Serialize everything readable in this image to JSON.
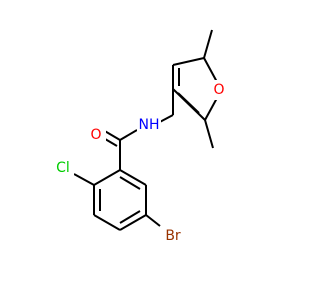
{
  "molecule": {
    "atoms": {
      "oxygen_carbonyl": {
        "label": "O",
        "color": "#ff0000"
      },
      "nitrogen_amide": {
        "label": "NH",
        "color": "#0000ff"
      },
      "oxygen_furan": {
        "label": "O",
        "color": "#ff0000"
      },
      "chlorine": {
        "label": "Cl",
        "color": "#00cc00"
      },
      "bromine": {
        "label": "Br",
        "color": "#993300"
      }
    }
  }
}
